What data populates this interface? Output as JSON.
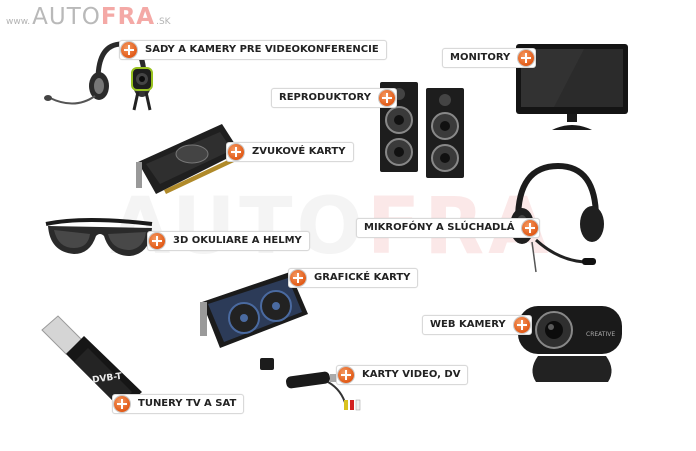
{
  "logo": {
    "www": "www.",
    "auto": "AUTO",
    "fra": "FRA",
    "sk": ".SK"
  },
  "watermark": {
    "auto": "AUTO",
    "fra": "FRA"
  },
  "categories": {
    "headsets_cameras": "SADY A KAMERY PRE VIDEOKONFERENCIE",
    "monitors": "MONITORY",
    "speakers": "REPRODUKTORY",
    "sound_cards": "ZVUKOVÉ KARTY",
    "microphones": "MIKROFÓNY A SLÚCHADLÁ",
    "glasses": "3D OKULIARE A HELMY",
    "graphics_cards": "GRAFICKÉ KARTY",
    "webcams": "WEB KAMERY",
    "video_cards": "KARTY VIDEO, DV",
    "tv_tuners": "TUNERY TV A SAT"
  },
  "product_text": {
    "tuner_brand": "DVB-T",
    "webcam_brand": "CREATIVE"
  },
  "colors": {
    "accent": "#e15a17",
    "logo_fra": "#f4a9a6",
    "logo_auto": "#b9b9b9"
  }
}
